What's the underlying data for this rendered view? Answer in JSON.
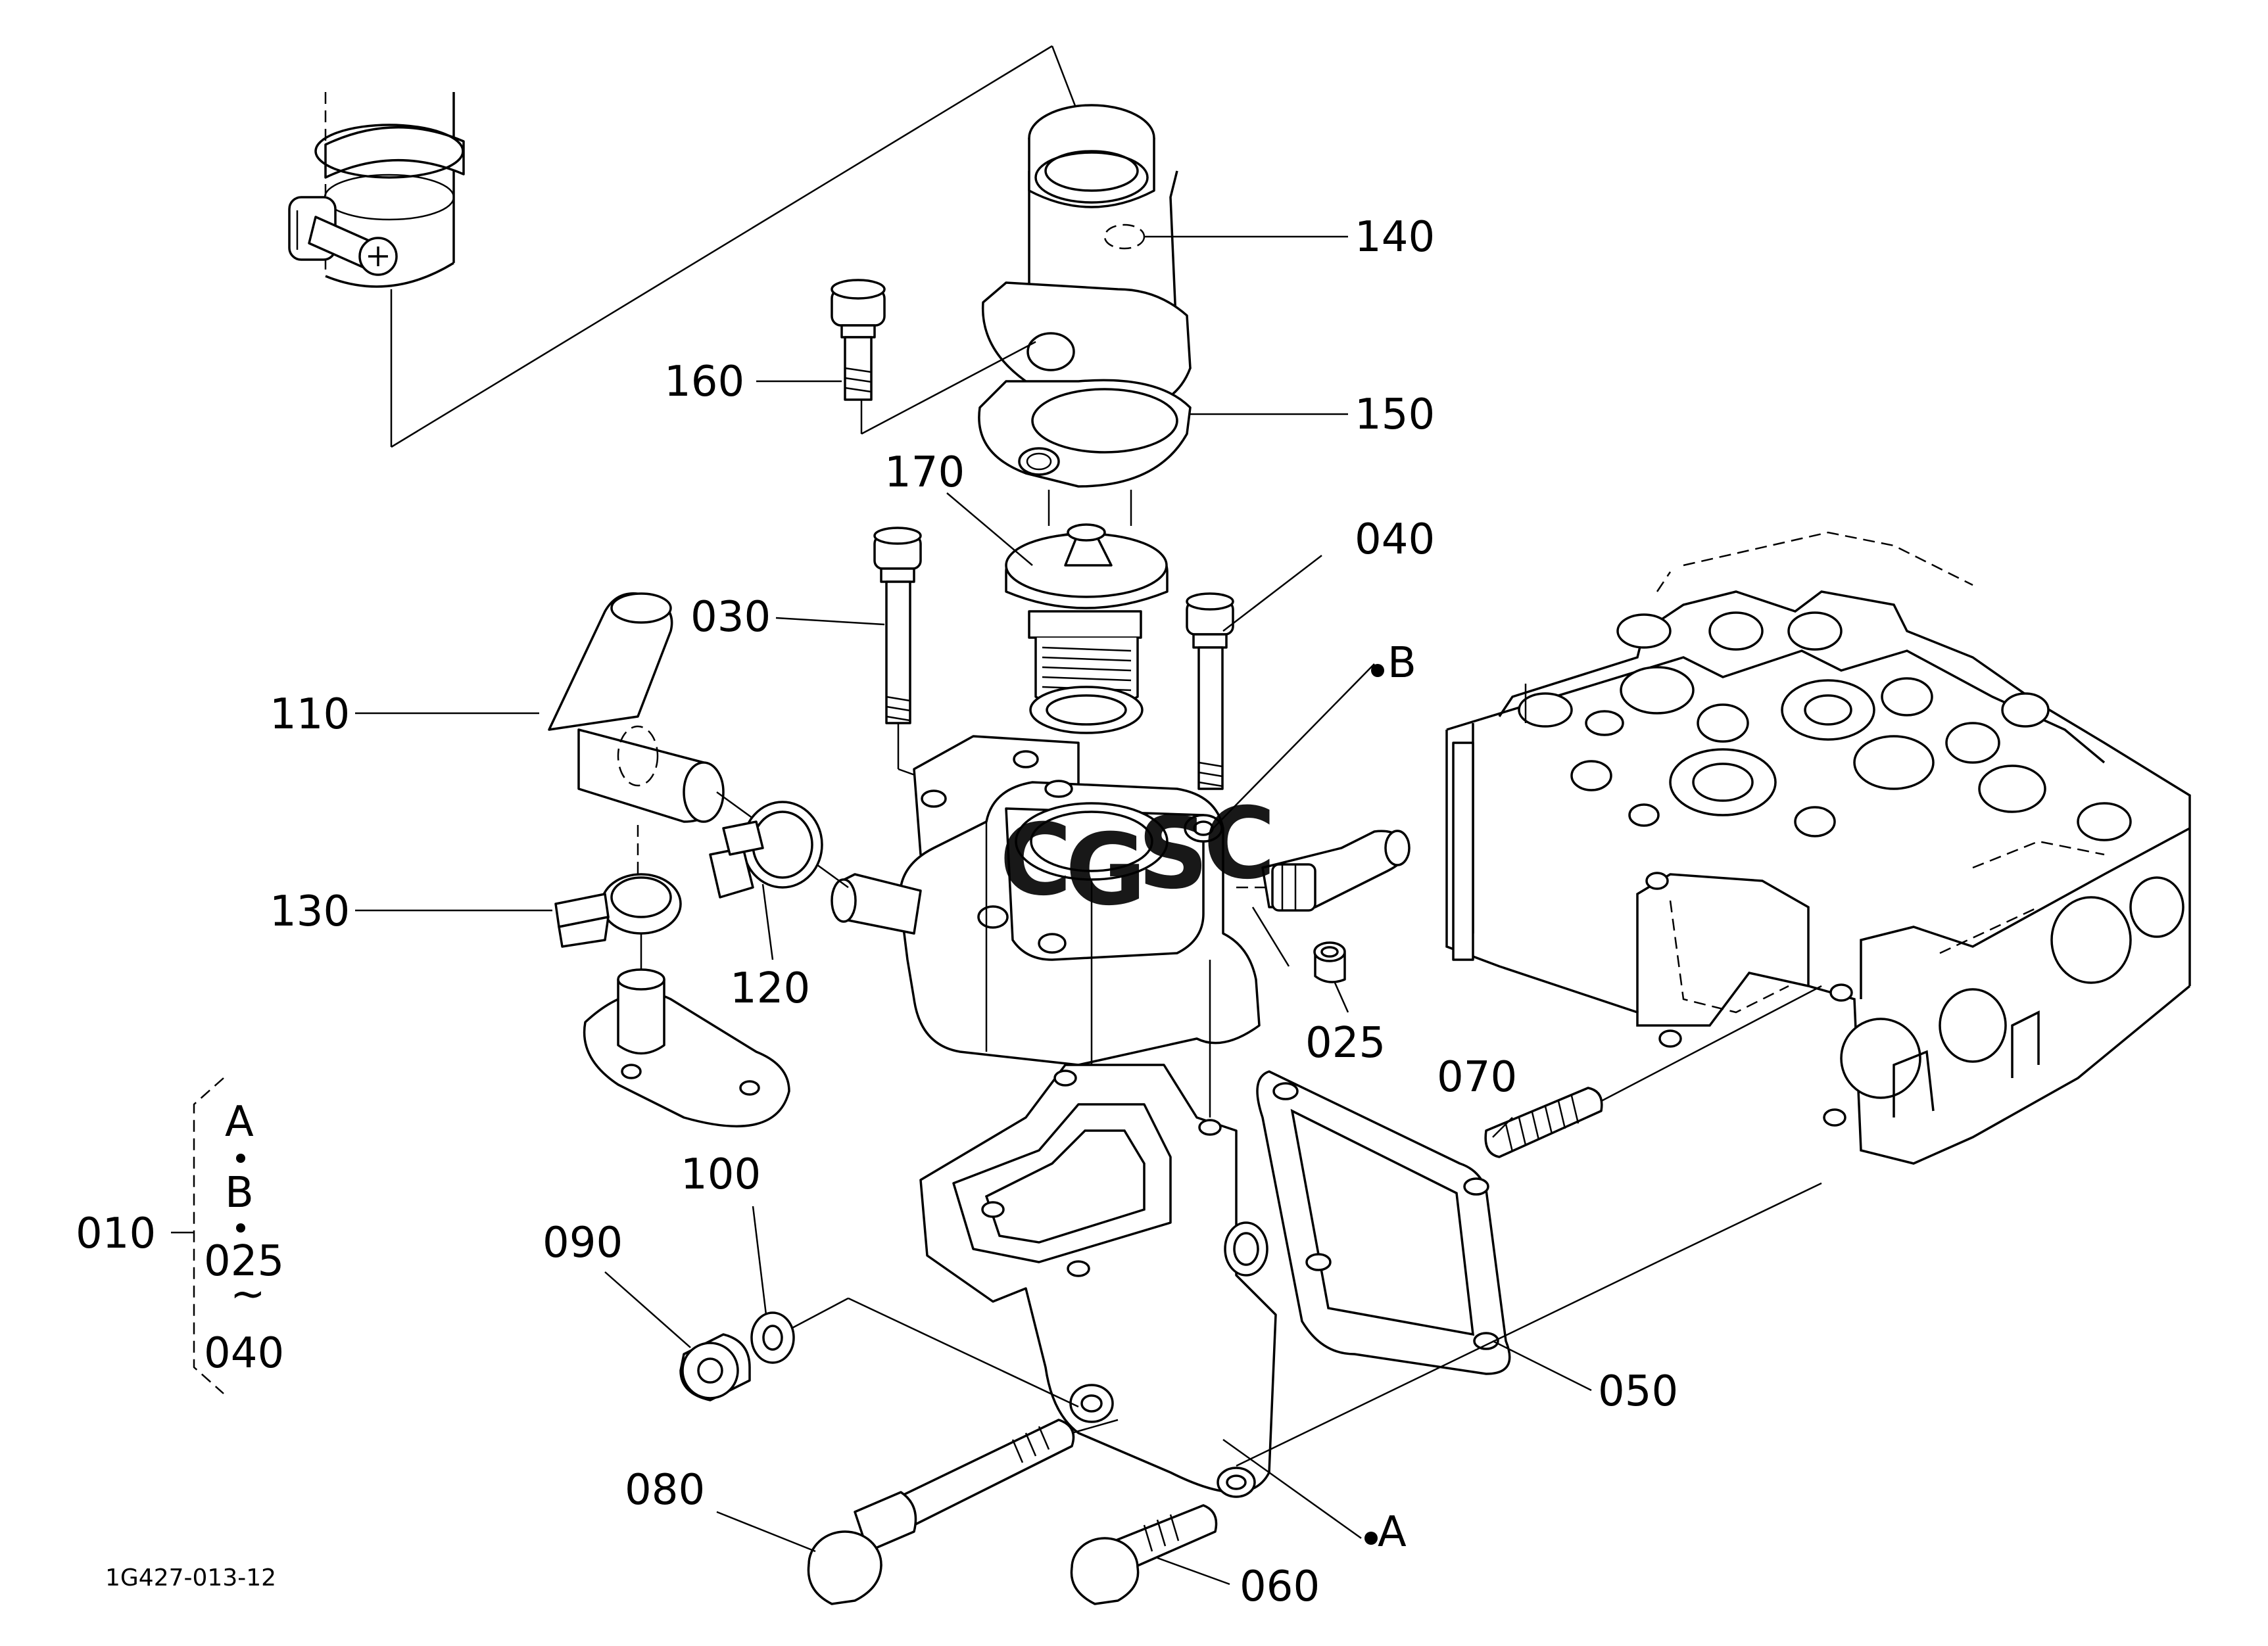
{
  "labels": {
    "l140": "140",
    "l150": "150",
    "l160": "160",
    "l170": "170",
    "l040": "040",
    "l030": "030",
    "l110": "110",
    "l130": "130",
    "l120": "120",
    "l025": "025",
    "l070": "070",
    "l100": "100",
    "l090": "090",
    "l050": "050",
    "l080": "080",
    "l060": "060"
  },
  "refs": {
    "b": "B",
    "a": "A"
  },
  "group": {
    "main": "010",
    "items": [
      "A",
      "B",
      "025",
      "~",
      "040"
    ]
  },
  "watermark": {
    "letters": [
      "C",
      "G",
      "S",
      "C"
    ],
    "colors": [
      "#3b78e7",
      "#e5483f",
      "#f2b632",
      "#34a853"
    ]
  },
  "drawing_code": "1G427-013-12"
}
